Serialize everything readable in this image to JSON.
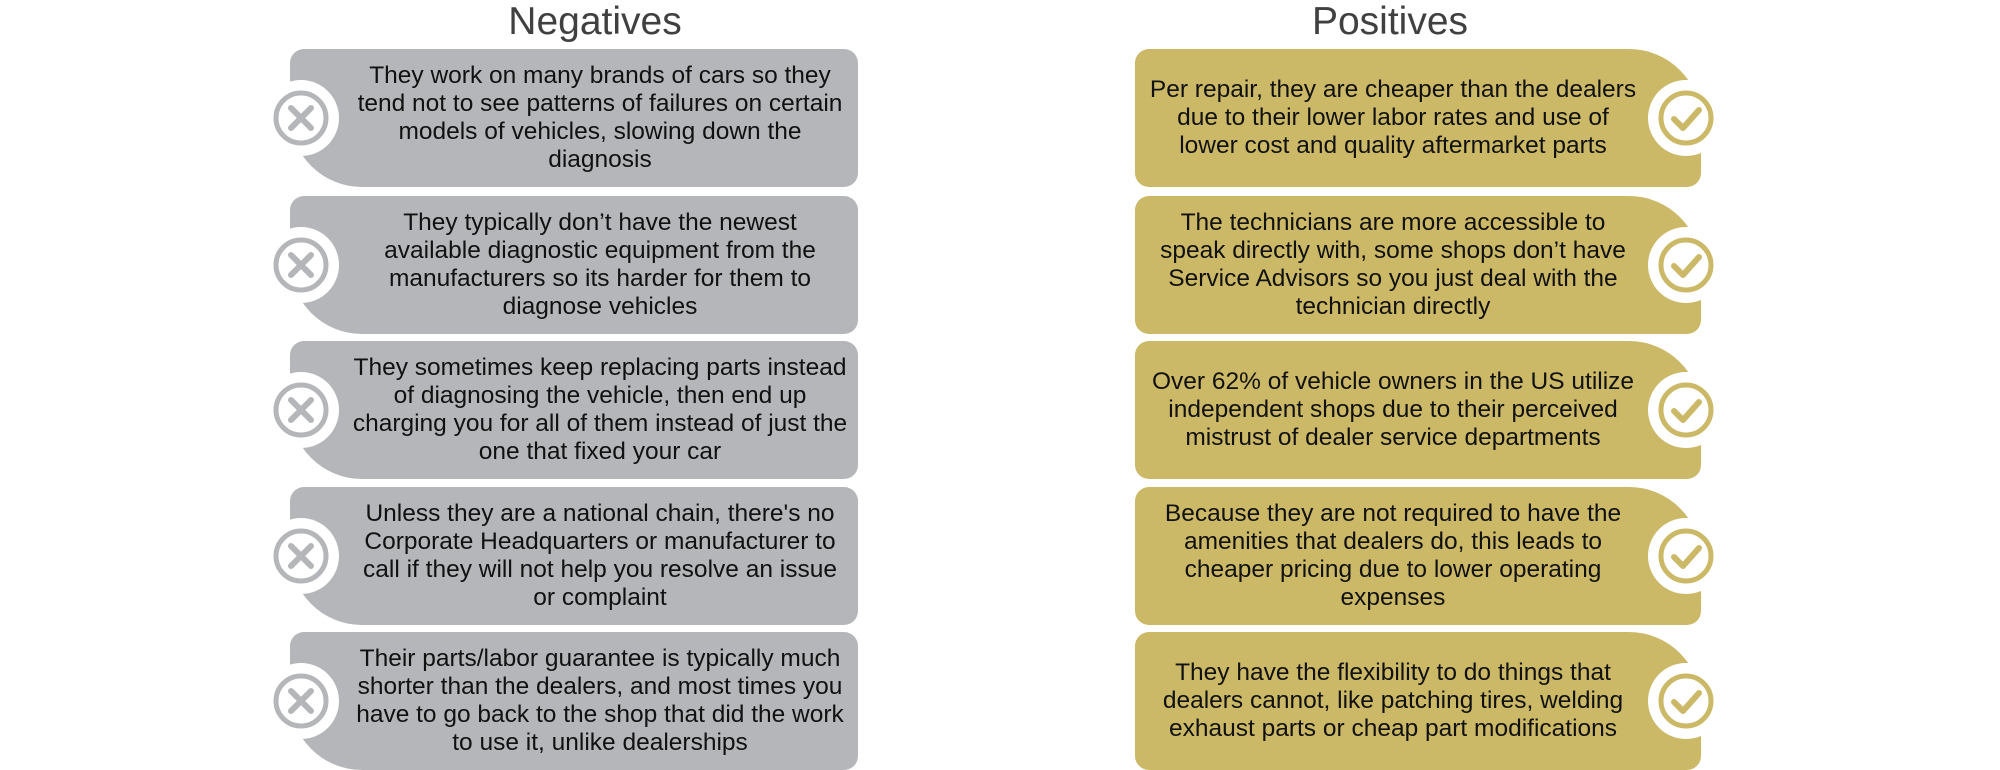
{
  "negatives": {
    "title": "Negatives",
    "items": [
      "They work on many brands of cars so they tend not to see patterns of failures on certain models of vehicles, slowing down the diagnosis",
      "They typically don’t have the newest available diagnostic equipment from the manufacturers so its harder for them to diagnose vehicles",
      "They sometimes keep replacing parts instead of diagnosing the vehicle, then end up charging you for all of them instead of just the one that fixed your car",
      "Unless they are a national chain, there's no Corporate Headquarters or manufacturer to call if they will not help you resolve an issue or complaint",
      "Their parts/labor guarantee is typically much shorter than the dealers, and most times you have to go back to the shop that did the work to use it, unlike dealerships"
    ],
    "icon": "x-circle-icon",
    "color": "#b4b6b9"
  },
  "positives": {
    "title": "Positives",
    "items": [
      "Per repair, they are cheaper than the dealers due to their lower labor rates and use of lower cost and quality aftermarket parts",
      "The technicians are more accessible to speak directly with, some shops don’t have Service Advisors so you just deal with the technician directly",
      "Over 62% of vehicle owners in the US utilize independent shops due to their perceived mistrust of dealer service departments",
      "Because they are not required to have the amenities that dealers do, this leads to cheaper pricing due to lower operating expenses",
      "They have the flexibility to do things that dealers cannot, like patching tires, welding exhaust parts or cheap part modifications"
    ],
    "icon": "check-circle-icon",
    "color": "#ccb967"
  }
}
